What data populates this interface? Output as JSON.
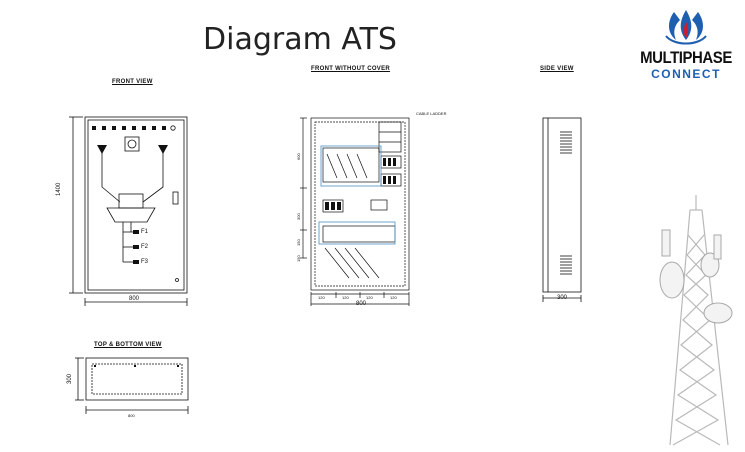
{
  "header": {
    "title": "Diagram ATS"
  },
  "logo": {
    "line1": "MULTIPHASE",
    "line2": "CONNECT",
    "flame_color": "#1f5fb0",
    "accent_color": "#c8202a"
  },
  "views": {
    "front": {
      "label": "FRONT VIEW",
      "height_dim": "1400",
      "width_dim": "800",
      "feeders": [
        "F1",
        "F2",
        "F3"
      ]
    },
    "front_without_cover": {
      "label": "FRONT WITHOUT COVER",
      "cable_ladder": "CABLE LADDER",
      "width_dim": "800",
      "bottom_dims": [
        "120",
        "120",
        "120",
        "120"
      ],
      "side_dims": [
        "600",
        "300",
        "150",
        "150"
      ]
    },
    "side": {
      "label": "SIDE VIEW",
      "depth_dim": "300"
    },
    "top_bottom": {
      "label": "TOP & BOTTOM VIEW",
      "depth_dim": "300",
      "width_dim": "800"
    }
  }
}
